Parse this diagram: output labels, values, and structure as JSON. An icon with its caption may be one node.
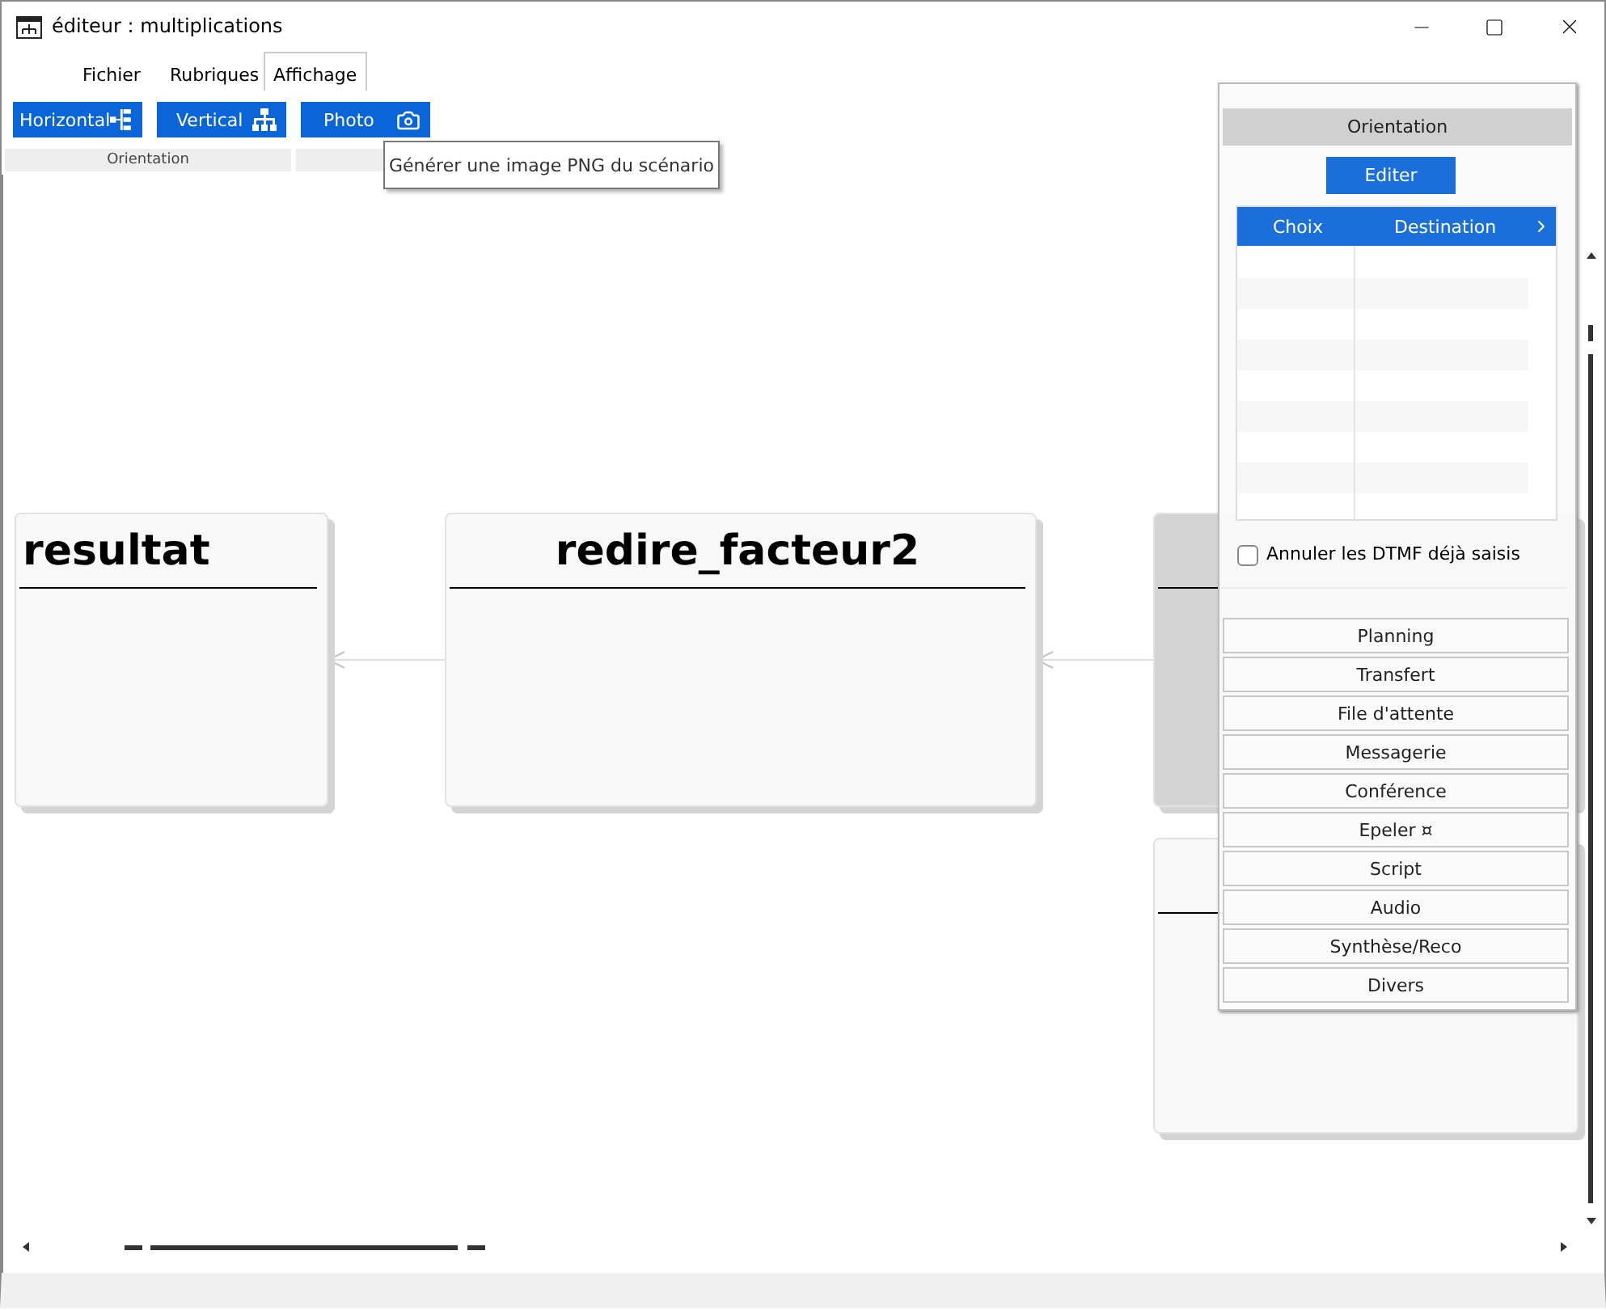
{
  "diagram": {
    "nodes": [
      {
        "text": [
          "resultat"
        ]
      },
      {
        "text": [
          "redire_facteur2"
        ]
      },
      {
        "text": [],
        "shape": "box"
      },
      {
        "text": [],
        "shape": "box"
      }
    ],
    "edges": [
      {
        "from": 2,
        "to": 1,
        "arrow": "to"
      },
      {
        "from": 1,
        "to": 0,
        "arrow": "to"
      }
    ],
    "labels": [
      "éditeur : multiplications",
      "Fichier",
      "Rubriques",
      "Affichage",
      "Horizontal",
      "Vertical",
      "Photo",
      "Orientation",
      "Générer une image PNG du scénario",
      "Orientation",
      "Editer",
      "Choix",
      "Destination",
      "Annuler les DTMF déjà saisis",
      "Planning",
      "Transfert",
      "File d'attente",
      "Messagerie",
      "Conférence",
      "Epeler ¤",
      "Script",
      "Audio",
      "Synthèse/Reco",
      "Divers"
    ]
  }
}
